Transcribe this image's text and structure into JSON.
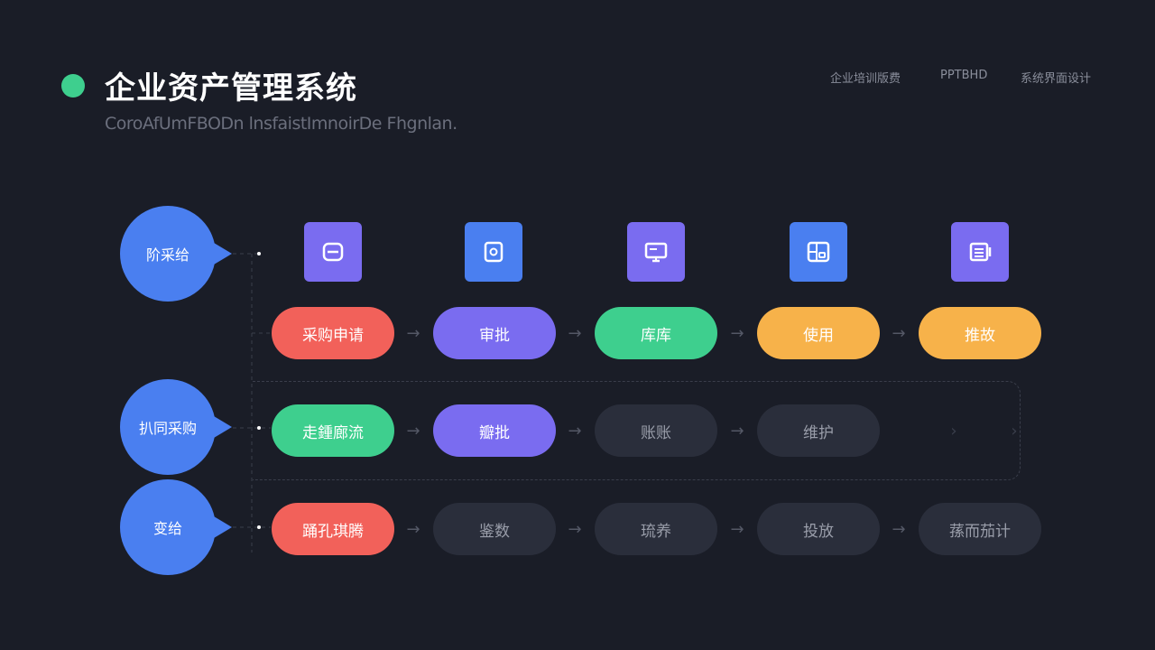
{
  "header": {
    "title": "企业资产管理系统",
    "subtitle": "CoroAfUmFBODn lnsfaistImnoirDe Fhgnlan.",
    "nav": [
      "企业培训版费",
      "PPTBHD",
      "系统界面设计"
    ]
  },
  "colors": {
    "accent_green": "#3ecf8e",
    "blue": "#4a7ff0",
    "purple": "#7a6cf0",
    "red": "#f2615a",
    "orange": "#f7b24a",
    "background": "#1a1d27"
  },
  "icons": [
    "box-icon",
    "document-icon",
    "monitor-icon",
    "layout-icon",
    "list-icon"
  ],
  "rows": [
    {
      "label": "阶采给",
      "steps": [
        "采购申请",
        "审批",
        "库库",
        "使用",
        "推故"
      ]
    },
    {
      "label": "扒同采购",
      "steps": [
        "走鍾廊流",
        "瓣批",
        "账账",
        "维护"
      ]
    },
    {
      "label": "变给",
      "steps": [
        "踊孔琪腾",
        "鉴数",
        "琉养",
        "投放",
        "蓀而茄计"
      ]
    }
  ]
}
